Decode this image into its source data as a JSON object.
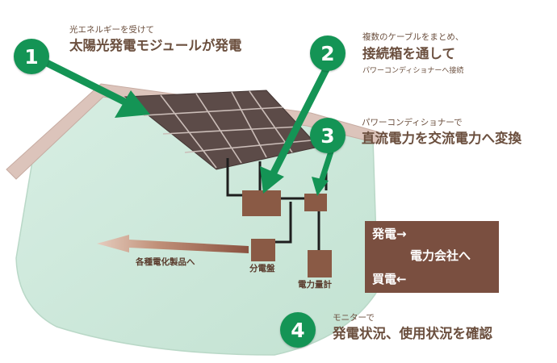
{
  "steps": [
    {
      "number": "1",
      "caption": "光エネルギーを受けて",
      "title": "太陽光発電モジュールが発電"
    },
    {
      "number": "2",
      "caption": "複数のケーブルをまとめ、",
      "title": "接続箱を通して",
      "note": "パワーコンディショナーへ接続"
    },
    {
      "number": "3",
      "caption": "パワーコンディショナーで",
      "title": "直流電力を交流電力へ変換"
    },
    {
      "number": "4",
      "caption": "モニターで",
      "title": "発電状況、使用状況を確認"
    }
  ],
  "labels": {
    "appliances": "各種電化製品へ",
    "distribution_board": "分電盤",
    "meter": "電力量計"
  },
  "power_box": {
    "sell": "発電→",
    "company": "電力会社へ",
    "buy": "買電←"
  },
  "colors": {
    "accent_green": "#149455",
    "wall": "#cfe9dc",
    "roof": "#dcc4bb",
    "panel": "#5c4b48",
    "device": "#8a5a45",
    "text_brown": "#6b4f3e",
    "box_brown": "#7a4f40"
  }
}
